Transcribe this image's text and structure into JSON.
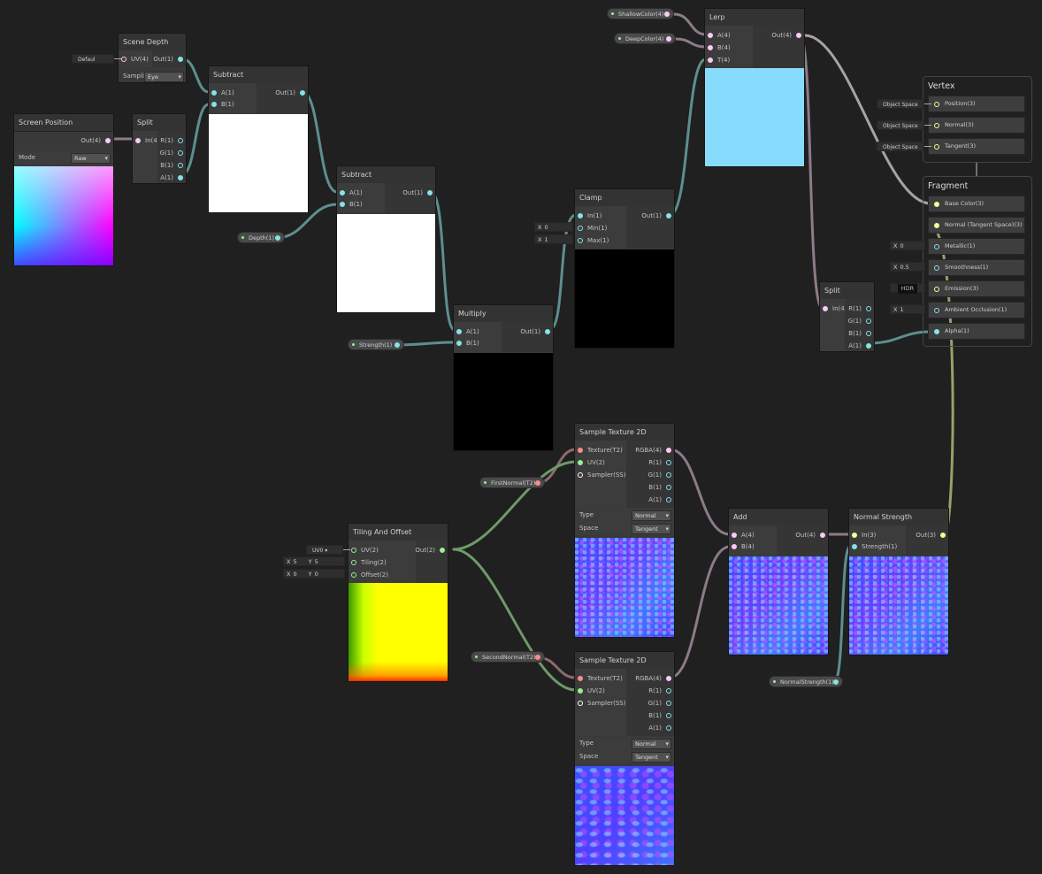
{
  "nodes": {
    "scene_depth": {
      "title": "Scene Depth",
      "in": "UV(4)",
      "out": "Out(1)",
      "sampling_label": "Samplin",
      "sampling_value": "Eye",
      "uv_default": "Defaul"
    },
    "screen_position": {
      "title": "Screen Position",
      "out": "Out(4)",
      "mode_label": "Mode",
      "mode_value": "Raw"
    },
    "split1": {
      "title": "Split",
      "in": "In(4)",
      "outs": [
        "R(1)",
        "G(1)",
        "B(1)",
        "A(1)"
      ]
    },
    "subtract1": {
      "title": "Subtract",
      "ins": [
        "A(1)",
        "B(1)"
      ],
      "out": "Out(1)"
    },
    "subtract2": {
      "title": "Subtract",
      "ins": [
        "A(1)",
        "B(1)"
      ],
      "out": "Out(1)"
    },
    "multiply": {
      "title": "Multiply",
      "ins": [
        "A(1)",
        "B(1)"
      ],
      "out": "Out(1)"
    },
    "clamp": {
      "title": "Clamp",
      "ins": [
        "In(1)",
        "Min(1)",
        "Max(1)"
      ],
      "out": "Out(1)",
      "min_x": "X",
      "min_val": "0",
      "max_x": "X",
      "max_val": "1"
    },
    "lerp": {
      "title": "Lerp",
      "ins": [
        "A(4)",
        "B(4)",
        "T(4)"
      ],
      "out": "Out(4)"
    },
    "split2": {
      "title": "Split",
      "in": "In(4)",
      "outs": [
        "R(1)",
        "G(1)",
        "B(1)",
        "A(1)"
      ]
    },
    "tiling_offset": {
      "title": "Tiling And Offset",
      "ins": [
        "UV(2)",
        "Tiling(2)",
        "Offset(2)"
      ],
      "out": "Out(2)",
      "uv_default": "UV0",
      "tiling_x": "5",
      "tiling_y": "5",
      "offset_x": "0",
      "offset_y": "0",
      "x": "X",
      "y": "Y"
    },
    "sample1": {
      "title": "Sample Texture 2D",
      "ins": [
        "Texture(T2)",
        "UV(2)",
        "Sampler(SS)"
      ],
      "outs": [
        "RGBA(4)",
        "R(1)",
        "G(1)",
        "B(1)",
        "A(1)"
      ],
      "type_label": "Type",
      "type_value": "Normal",
      "space_label": "Space",
      "space_value": "Tangent"
    },
    "sample2": {
      "title": "Sample Texture 2D",
      "ins": [
        "Texture(T2)",
        "UV(2)",
        "Sampler(SS)"
      ],
      "outs": [
        "RGBA(4)",
        "R(1)",
        "G(1)",
        "B(1)",
        "A(1)"
      ],
      "type_label": "Type",
      "type_value": "Normal",
      "space_label": "Space",
      "space_value": "Tangent"
    },
    "add": {
      "title": "Add",
      "ins": [
        "A(4)",
        "B(4)"
      ],
      "out": "Out(4)"
    },
    "normal_strength": {
      "title": "Normal Strength",
      "ins": [
        "In(3)",
        "Strength(1)"
      ],
      "out": "Out(3)"
    }
  },
  "properties": {
    "depth": "Depth(1)",
    "strength": "Strength(1)",
    "shallow": "ShallowColor(4)",
    "deep": "DeepColor(4)",
    "first_normal": "FirstNormal(T2)",
    "second_normal": "SecondNormal(T2)",
    "normal_strength": "NormalStrength(1)"
  },
  "master": {
    "vertex": {
      "title": "Vertex",
      "blocks": [
        {
          "label": "Position(3)",
          "space": "Object Space"
        },
        {
          "label": "Normal(3)",
          "space": "Object Space"
        },
        {
          "label": "Tangent(3)",
          "space": "Object Space"
        }
      ]
    },
    "fragment": {
      "title": "Fragment",
      "blocks": [
        {
          "label": "Base Color(3)"
        },
        {
          "label": "Normal (Tangent Space)(3)"
        },
        {
          "label": "Metallic(1)",
          "x": "X",
          "value": "0"
        },
        {
          "label": "Smoothness(1)",
          "x": "X",
          "value": "0.5"
        },
        {
          "label": "Emission(3)",
          "hdr": "HDR"
        },
        {
          "label": "Ambient Occlusion(1)",
          "x": "X",
          "value": "1"
        },
        {
          "label": "Alpha(1)"
        }
      ]
    }
  },
  "colors": {
    "float": "#84e4e7",
    "vector4": "#fbcbf4",
    "vector3": "#f6ff9a",
    "vector2": "#9aef92",
    "texture": "#ff8b8b",
    "lerp_preview": "#87dcfe"
  }
}
